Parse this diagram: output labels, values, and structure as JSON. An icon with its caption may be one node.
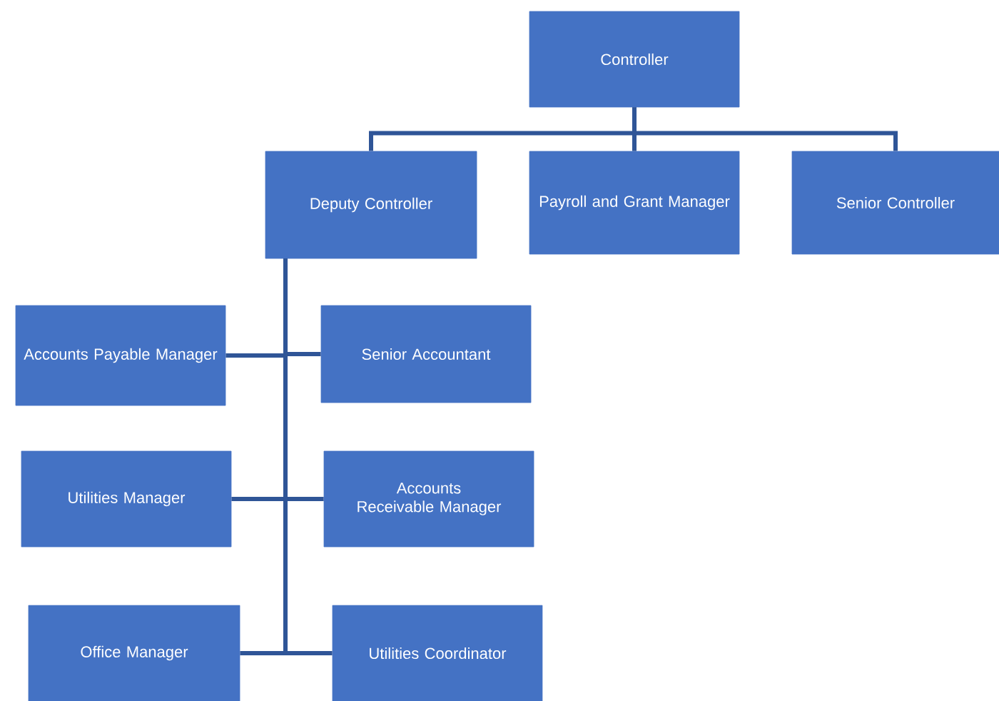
{
  "diagram": {
    "nodes": [
      {
        "text": [
          "Controller"
        ]
      },
      {
        "text": [
          "Deputy Controller"
        ]
      },
      {
        "text": [
          "Payroll and Grant Manager"
        ]
      },
      {
        "text": [
          "Senior Controller"
        ]
      },
      {
        "text": [
          "Accounts Payable Manager"
        ]
      },
      {
        "text": [
          "Senior Accountant"
        ]
      },
      {
        "text": [
          "Utilities Manager"
        ]
      },
      {
        "text": [
          "Accounts Receivable Manager"
        ]
      },
      {
        "text": [
          "Office Manager"
        ]
      },
      {
        "text": [
          "Utilities Coordinator"
        ]
      }
    ],
    "edges": [
      {
        "from": 0,
        "to": 1,
        "arrow": "none"
      },
      {
        "from": 0,
        "to": 2,
        "arrow": "none"
      },
      {
        "from": 0,
        "to": 3,
        "arrow": "none"
      },
      {
        "from": 1,
        "to": 4,
        "arrow": "none"
      },
      {
        "from": 1,
        "to": 5,
        "arrow": "none"
      },
      {
        "from": 1,
        "to": 6,
        "arrow": "none"
      },
      {
        "from": 1,
        "to": 7,
        "arrow": "none"
      },
      {
        "from": 1,
        "to": 8,
        "arrow": "none"
      },
      {
        "from": 1,
        "to": 9,
        "arrow": "none"
      }
    ]
  }
}
